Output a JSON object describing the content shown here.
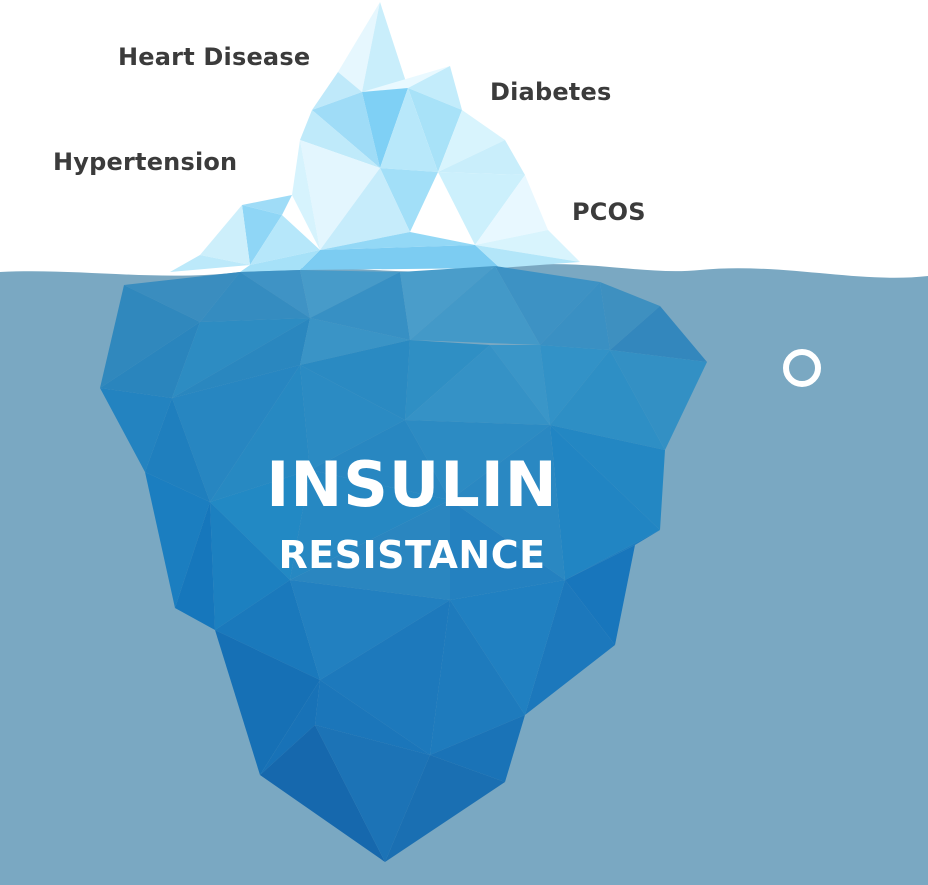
{
  "top_labels": {
    "heart_disease": "Heart Disease",
    "diabetes": "Diabetes",
    "hypertension": "Hypertension",
    "pcos": "PCOS"
  },
  "main_title": {
    "line1": "INSULIN",
    "line2": "RESISTANCE"
  },
  "colors": {
    "water": "#7aa8c2",
    "ice_light": "#c6ecfb",
    "ice_submerged": "#2e8dc4",
    "label_text": "#3b3b3b",
    "title_text": "#ffffff"
  }
}
